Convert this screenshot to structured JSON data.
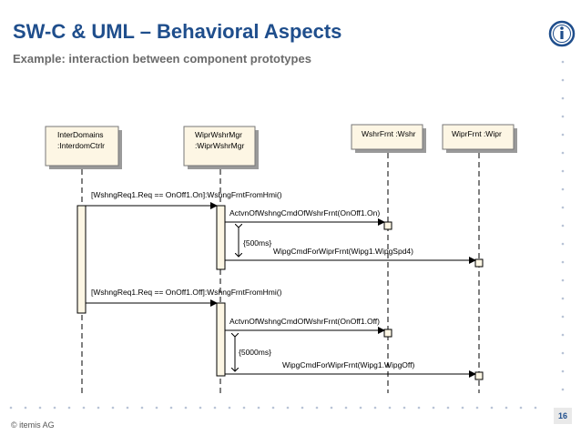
{
  "slide": {
    "title": "SW-C & UML – Behavioral Aspects",
    "subtitle": "Example: interaction between component prototypes",
    "copyright": "© itemis AG",
    "page_number": "16",
    "brand_color": "#1f4e8c",
    "logo_icon": "itemis-info-icon"
  },
  "lifelines": [
    {
      "id": "id",
      "line1": "InterDomains",
      "line2": ":InterdomCtrlr"
    },
    {
      "id": "ww",
      "line1": "WiprWshrMgr",
      "line2": ":WiprWshrMgr"
    },
    {
      "id": "wf",
      "line1": "WshrFrnt :Wshr",
      "line2": ""
    },
    {
      "id": "wp",
      "line1": "WiprFrnt :Wipr",
      "line2": ""
    }
  ],
  "messages": [
    {
      "text": "[WshngReq1.Req == OnOff1.On]:WshngFrntFromHmi()"
    },
    {
      "text": "ActvnOfWshngCmdOfWshrFrnt(OnOff1.On)"
    },
    {
      "text": "{500ms}"
    },
    {
      "text": "WipgCmdForWiprFrnt(Wipg1.WipgSpd4)"
    },
    {
      "text": "[WshngReq1.Req == OnOff1.Off]:WshngFrntFromHmi()"
    },
    {
      "text": "ActvnOfWshngCmdOfWshrFrnt(OnOff1.Off)"
    },
    {
      "text": "{5000ms}"
    },
    {
      "text": "WipgCmdForWiprFrnt(Wipg1.WipgOff)"
    }
  ]
}
